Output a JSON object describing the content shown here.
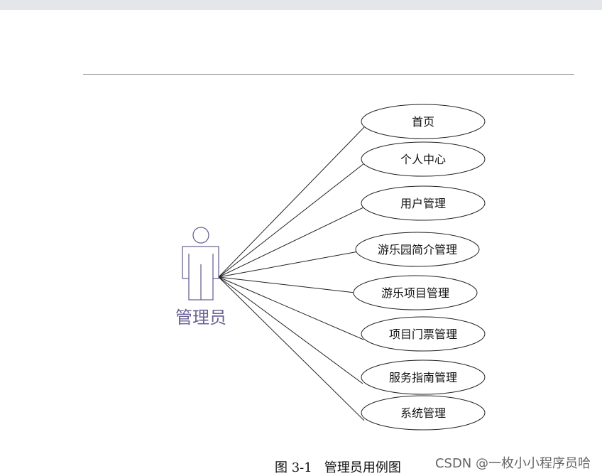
{
  "actor": {
    "label": "管理员"
  },
  "use_cases": [
    {
      "label": "首页"
    },
    {
      "label": "个人中心"
    },
    {
      "label": "用户管理"
    },
    {
      "label": "游乐园简介管理"
    },
    {
      "label": "游乐项目管理"
    },
    {
      "label": "项目门票管理"
    },
    {
      "label": "服务指南管理"
    },
    {
      "label": "系统管理"
    }
  ],
  "caption": "图 3-1   管理员用例图",
  "watermark": "CSDN @一枚小小程序员哈",
  "colors": {
    "actor": "#6a6495",
    "lines": "#222222",
    "ellipse_stroke": "#222222",
    "top_bar": "#e5e6ea"
  }
}
